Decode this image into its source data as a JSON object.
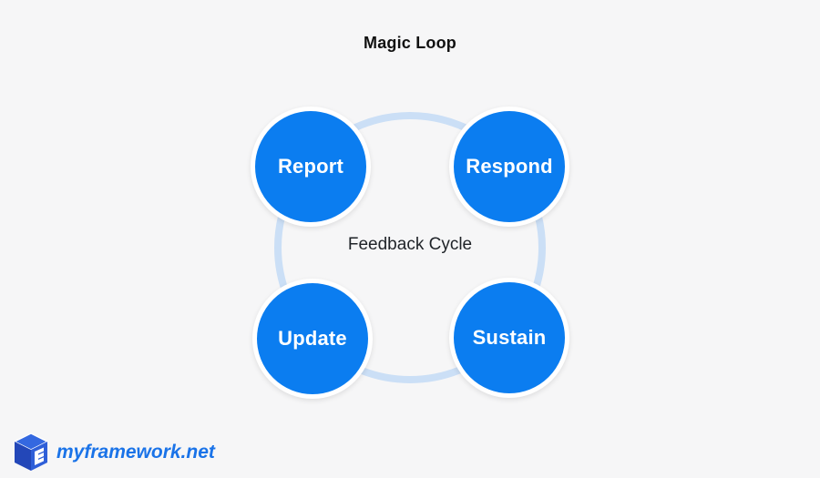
{
  "title": "Magic Loop",
  "center_label": "Feedback Cycle",
  "nodes": [
    {
      "label": "Report",
      "position": "top-left"
    },
    {
      "label": "Respond",
      "position": "top-right"
    },
    {
      "label": "Update",
      "position": "bottom-left"
    },
    {
      "label": "Sustain",
      "position": "bottom-right"
    }
  ],
  "footer": {
    "brand": "myframework.net",
    "logo_icon": "cube-logo-icon"
  },
  "colors": {
    "background": "#f6f6f7",
    "node_fill": "#0b7df0",
    "node_text": "#ffffff",
    "node_halo": "#ffffff",
    "ring": "#cbdff6",
    "title_text": "#111111",
    "center_text": "#1f2328",
    "brand_blue": "#1a73e8",
    "logo_blue_top": "#3468e0",
    "logo_blue_left": "#2347b8",
    "logo_blue_right": "#2f5fd8"
  }
}
